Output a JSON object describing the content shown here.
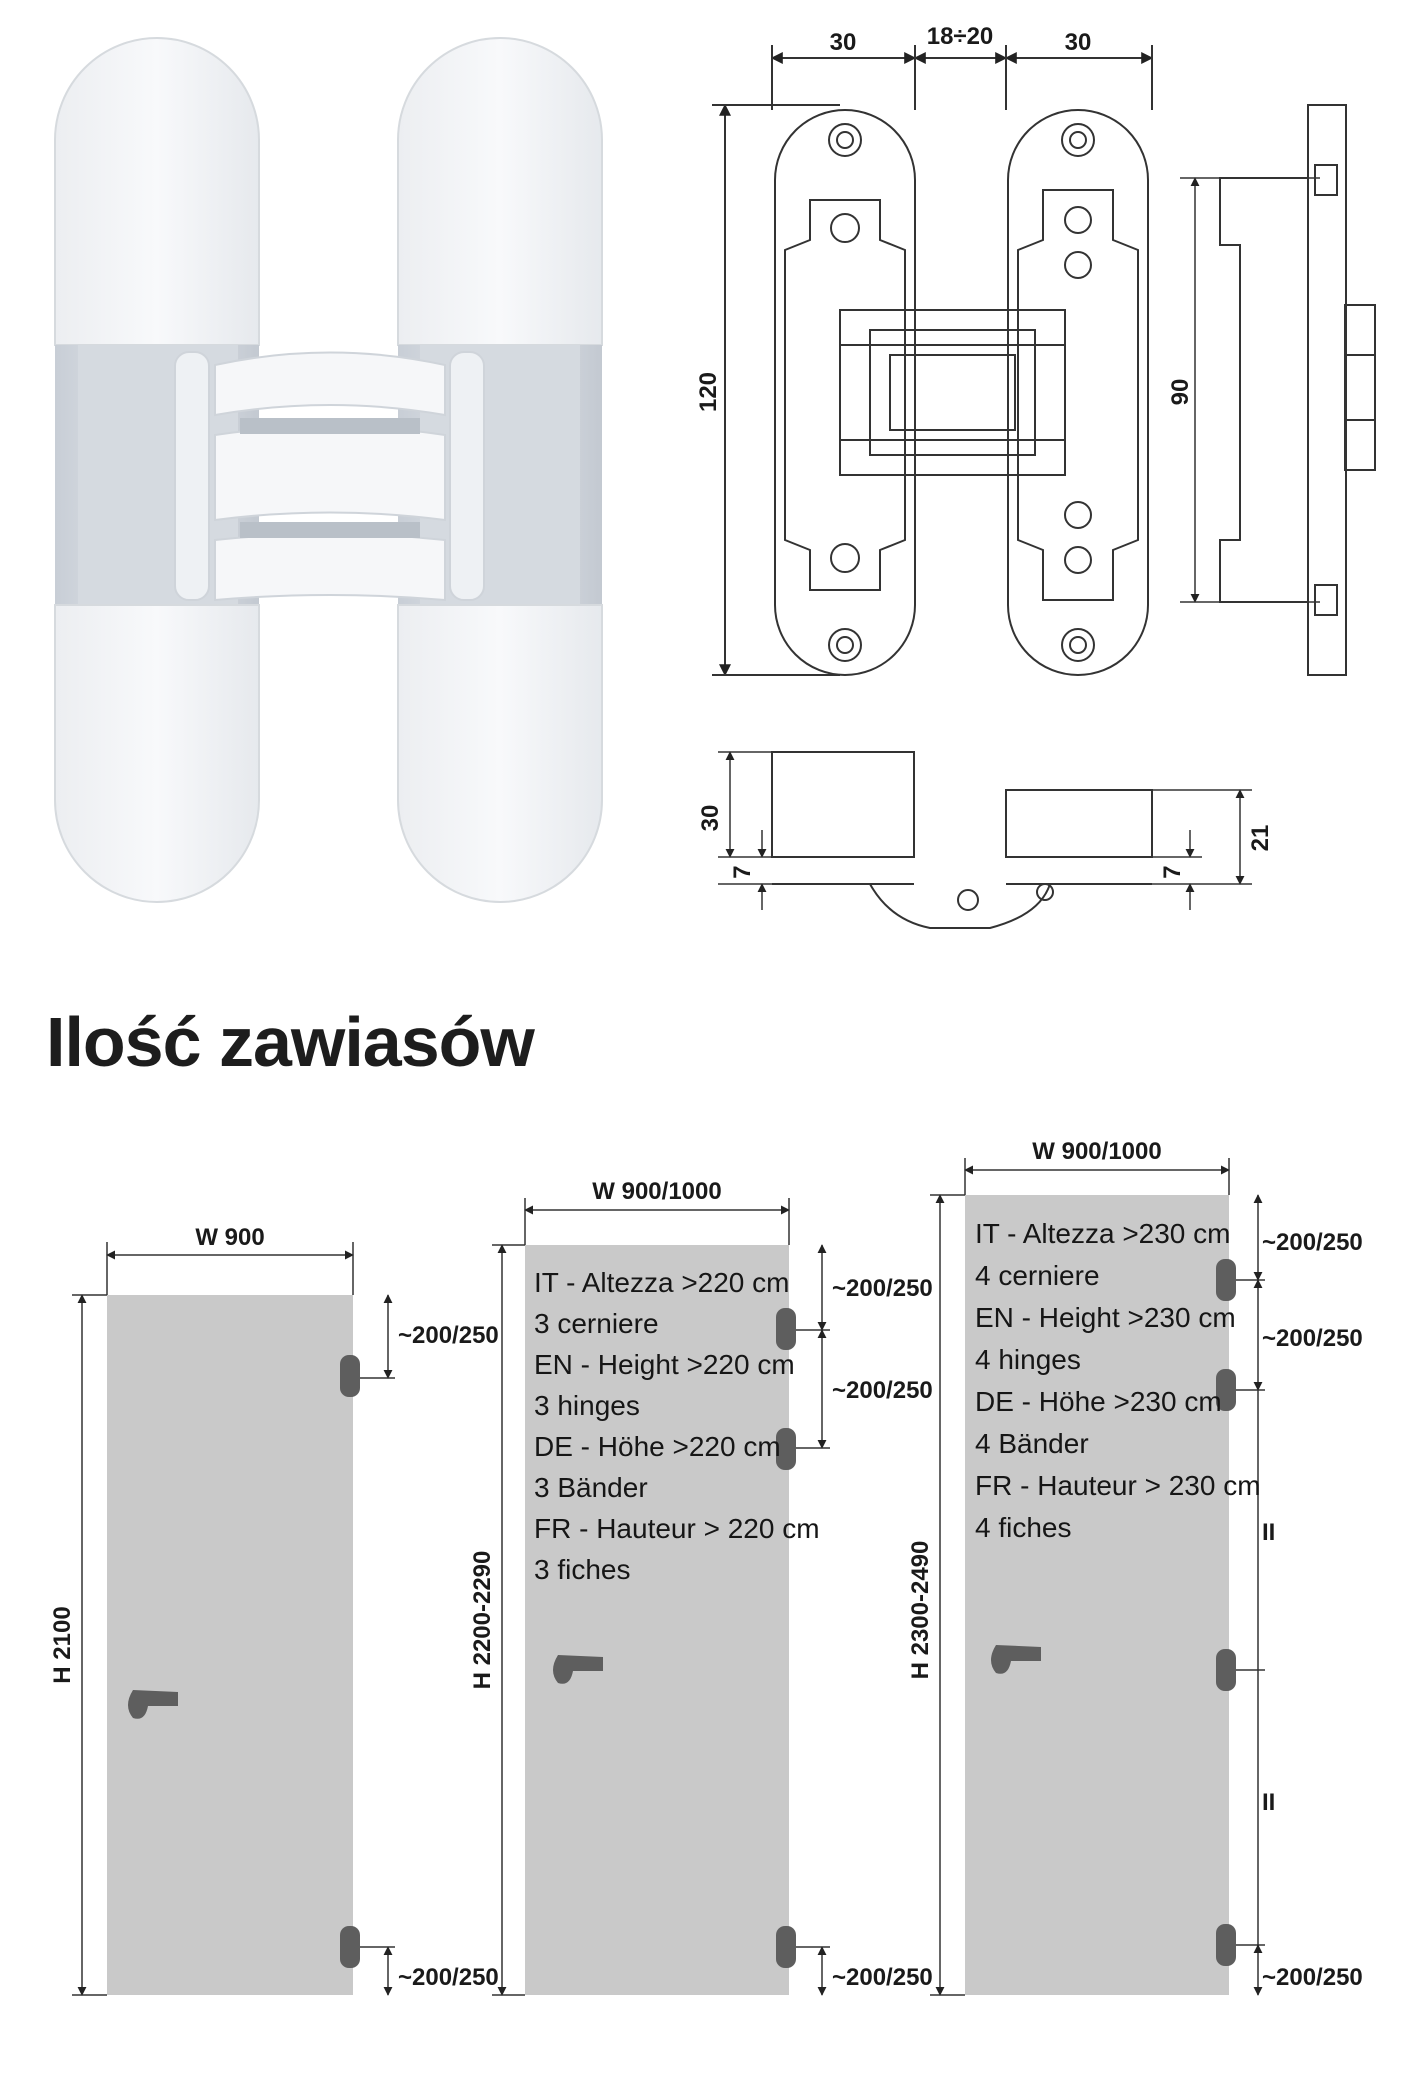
{
  "title": "Ilość zawiasów",
  "drawing": {
    "dim_width_left": "30",
    "dim_gap": "18÷20",
    "dim_width_right": "30",
    "dim_height_total": "120",
    "dim_height_side": "90",
    "dim_depth": "30",
    "dim_offset_left": "7",
    "dim_offset_right": "7",
    "dim_depth_right": "21"
  },
  "doors": [
    {
      "width_label": "W 900",
      "height_label": "H 2100",
      "spacing_top": "~200/250",
      "spacing_bottom": "~200/250",
      "notes": []
    },
    {
      "width_label": "W 900/1000",
      "height_label": "H 2200-2290",
      "spacing_top": "~200/250",
      "spacing_mid": "~200/250",
      "spacing_bottom": "~200/250",
      "notes": [
        "IT - Altezza >220 cm",
        "3 cerniere",
        "EN - Height >220 cm",
        "3 hinges",
        "DE - Höhe >220 cm",
        "3 Bänder",
        "FR - Hauteur > 220 cm",
        "3 fiches"
      ]
    },
    {
      "width_label": "W 900/1000",
      "height_label": "H 2300-2490",
      "spacing_top": "~200/250",
      "spacing_second": "~200/250",
      "equal_mark_1": "II",
      "equal_mark_2": "II",
      "spacing_bottom": "~200/250",
      "notes": [
        "IT - Altezza >230 cm",
        "4 cerniere",
        "EN - Height >230 cm",
        "4 hinges",
        "DE - Höhe >230 cm",
        "4 Bänder",
        "FR - Hauteur > 230 cm",
        "4 fiches"
      ]
    }
  ],
  "colors": {
    "door_fill": "#c9c9c9",
    "hinge_fill": "#5e5e5e",
    "hinge_white": "#f4f5f7",
    "hinge_shadow": "#dfe3e8"
  }
}
